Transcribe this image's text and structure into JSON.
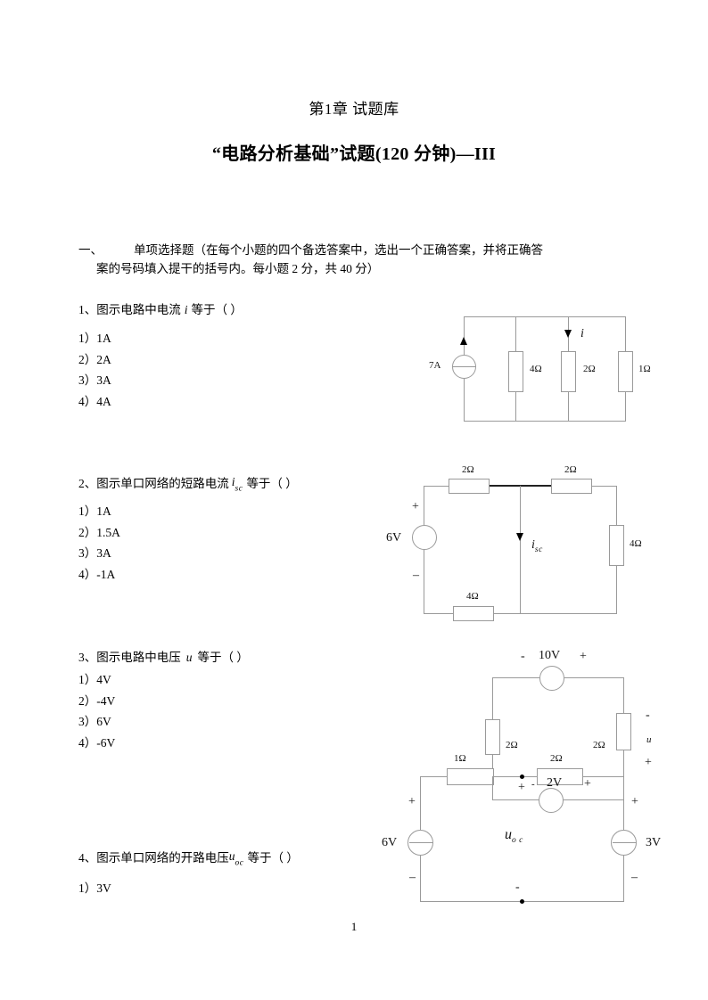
{
  "document": {
    "title": "第1章  试题库",
    "subtitle": "“电路分析基础”试题(120 分钟)—III",
    "page_number": "1"
  },
  "section": {
    "number": "一、",
    "line1": "单项选择题（在每个小题的四个备选答案中，选出一个正确答案，并将正确答",
    "line2": "案的号码填入提干的括号内。每小题 2 分，共 40 分）"
  },
  "questions": [
    {
      "id": "q1",
      "stem_prefix": "1、图示电路中电流",
      "stem_symbol": "i",
      "stem_suffix": "等于（    ）",
      "options": [
        "1）1A",
        "2）2A",
        "3）3A",
        "4）4A"
      ]
    },
    {
      "id": "q2",
      "stem_prefix": "2、图示单口网络的短路电流",
      "stem_symbol": "i",
      "stem_symbol_sub": "sc",
      "stem_suffix": "等于（    ）",
      "options": [
        "1）1A",
        "2）1.5A",
        "3）3A",
        "4）-1A"
      ]
    },
    {
      "id": "q3",
      "stem_prefix": "3、图示电路中电压",
      "stem_symbol": "u",
      "stem_suffix": "等于（    ）",
      "options": [
        "1）4V",
        "2）-4V",
        "3）6V",
        "4）-6V"
      ]
    },
    {
      "id": "q4",
      "stem_prefix": "4、图示单口网络的开路电压",
      "stem_symbol": "u",
      "stem_symbol_sub": "oc",
      "stem_suffix": "等于（    ）",
      "options": [
        "1）3V"
      ]
    }
  ],
  "figures": {
    "fig1": {
      "caption_ref": "question 1 circuit",
      "source_label": "7A",
      "resistors": [
        "4Ω",
        "2Ω",
        "1Ω"
      ],
      "current_label": "i"
    },
    "fig2": {
      "caption_ref": "question 2 circuit",
      "source_label": "6V",
      "plus": "+",
      "minus": "–",
      "resistor_top_left": "2Ω",
      "resistor_top_right": "2Ω",
      "resistor_right": "4Ω",
      "resistor_bottom": "4Ω",
      "current_label_base": "i",
      "current_label_sub": "sc"
    },
    "fig3": {
      "caption_ref": "questions 3 and 4 circuit",
      "source_top": "10V",
      "source_top_minus": "-",
      "source_top_plus": "+",
      "source_left": "6V",
      "source_right": "3V",
      "source_mid": "2V",
      "resistor_left_vert": "2Ω",
      "resistor_right_vert": "2Ω",
      "resistor_h_left": "1Ω",
      "resistor_h_mid": "2Ω",
      "voltage_u": "u",
      "voltage_uoc_base": "u",
      "voltage_uoc_sub": "o c",
      "plus": "+",
      "minus": "–",
      "small_plus": "+",
      "small_minus": "-"
    }
  }
}
